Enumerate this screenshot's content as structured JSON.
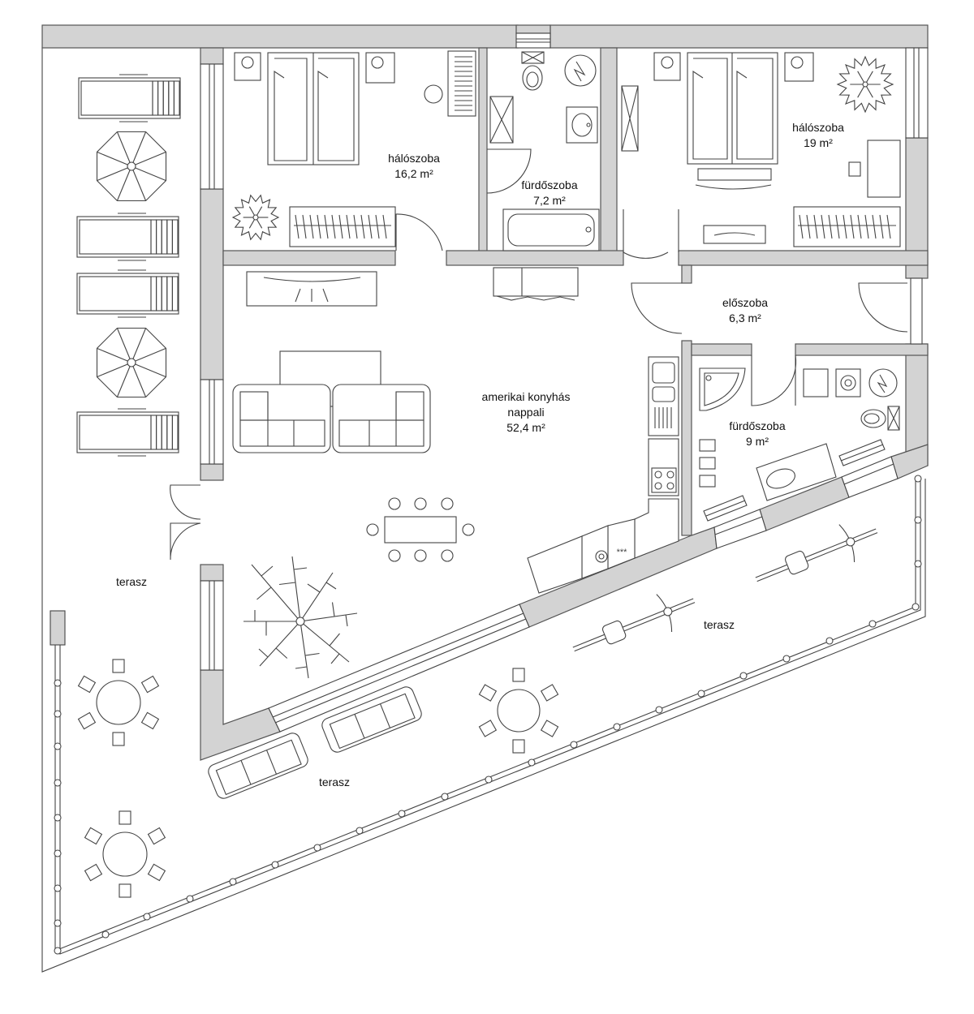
{
  "plan": {
    "colors": {
      "wall_fill": "#d3d3d3",
      "line": "#444444",
      "background": "#ffffff"
    },
    "rooms": [
      {
        "id": "bedroom-left",
        "name": "hálószoba",
        "area": "16,2 m²"
      },
      {
        "id": "bathroom-top",
        "name": "fürdőszoba",
        "area": "7,2 m²"
      },
      {
        "id": "bedroom-right",
        "name": "hálószoba",
        "area": "19 m²"
      },
      {
        "id": "hallway",
        "name": "előszoba",
        "area": "6,3 m²"
      },
      {
        "id": "living",
        "name": "amerikai konyhás",
        "name2": "nappali",
        "area": "52,4 m²"
      },
      {
        "id": "bathroom-right",
        "name": "fürdőszoba",
        "area": "9 m²"
      }
    ],
    "terraces": [
      {
        "id": "terrace-left",
        "name": "terasz"
      },
      {
        "id": "terrace-right",
        "name": "terasz"
      },
      {
        "id": "terrace-bottom",
        "name": "terasz"
      }
    ],
    "stove_label": "***"
  }
}
